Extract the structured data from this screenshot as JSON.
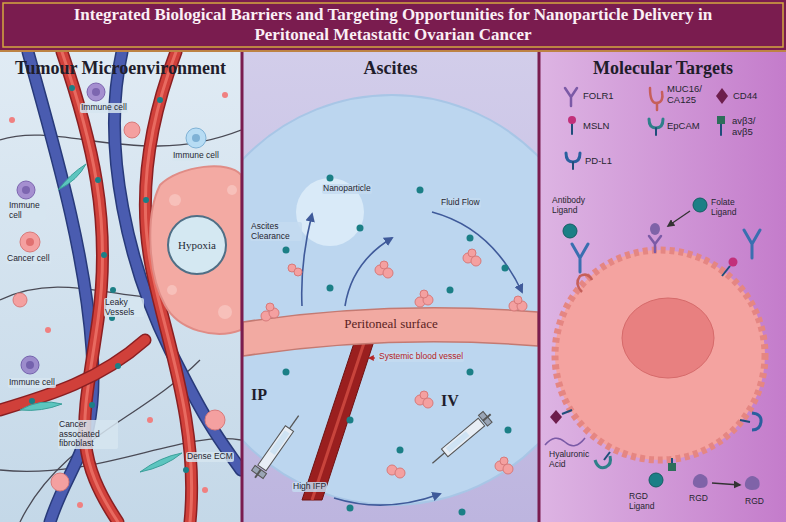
{
  "diagram": {
    "title": "Integrated Biological Barriers and Targeting Opportunities for Nanoparticle Delivery in Peritoneal Metastatic Ovarian Cancer",
    "nodes": [
      {
        "text": [
          "Tumour Microenvironment"
        ]
      },
      {
        "text": [
          "Hypoxia"
        ],
        "in": 0
      },
      {
        "text": [
          "Ascites"
        ]
      },
      {
        "text": [
          "Peritoneal surface"
        ],
        "in": 2
      },
      {
        "text": [
          "Molecular Targets"
        ]
      }
    ],
    "labels": [
      "Immune cell",
      "Immune cell",
      "Immune cell",
      "Cancer cell",
      "Leaky Vessels",
      "Immune cell",
      "Cancer associated fibroblast",
      "Dense ECM",
      "Nanoparticle",
      "Ascites Clearance",
      "Fluid Flow",
      "Systemic blood vessel",
      "IP",
      "High IFP",
      "IV",
      "FOLR1",
      "MUC16/ CA125",
      "CD44",
      "MSLN",
      "EpCAM",
      "avβ3/ avβ5",
      "PD-L1",
      "Antibody Ligand",
      "Folate Ligand",
      "Hyaluronic Acid",
      "RGD",
      "RGD Ligand",
      "RGD"
    ]
  }
}
